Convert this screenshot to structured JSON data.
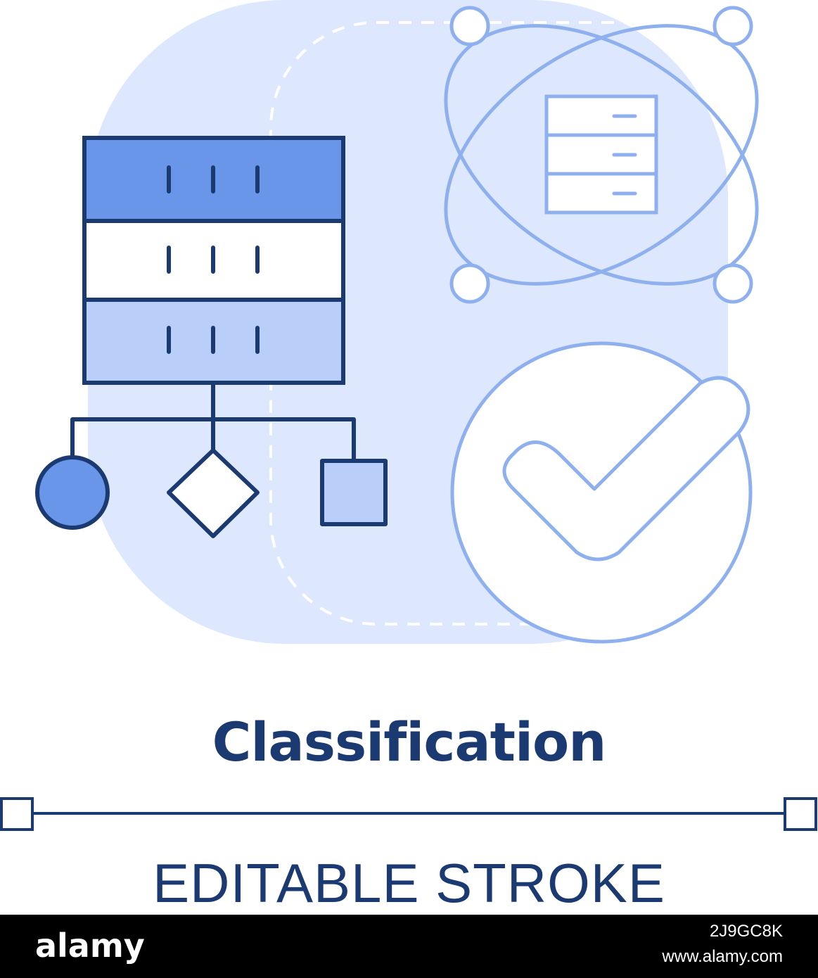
{
  "title": "Classification",
  "subtitle": "EDITABLE STROKE",
  "footer": {
    "logo": "alamy",
    "image_id": "2J9GC8K",
    "site": "www.alamy.com"
  },
  "icons": [
    "database-table-icon",
    "decision-tree-icon",
    "atom-orbit-icon",
    "server-icon",
    "checkmark-circle-icon"
  ],
  "colors": {
    "dark_blue": "#1c3a72",
    "medium_blue": "#6a96ea",
    "light_blue": "#b9cffa",
    "background_blue": "#dde7fd",
    "outline_blue": "#8fb0ee"
  }
}
